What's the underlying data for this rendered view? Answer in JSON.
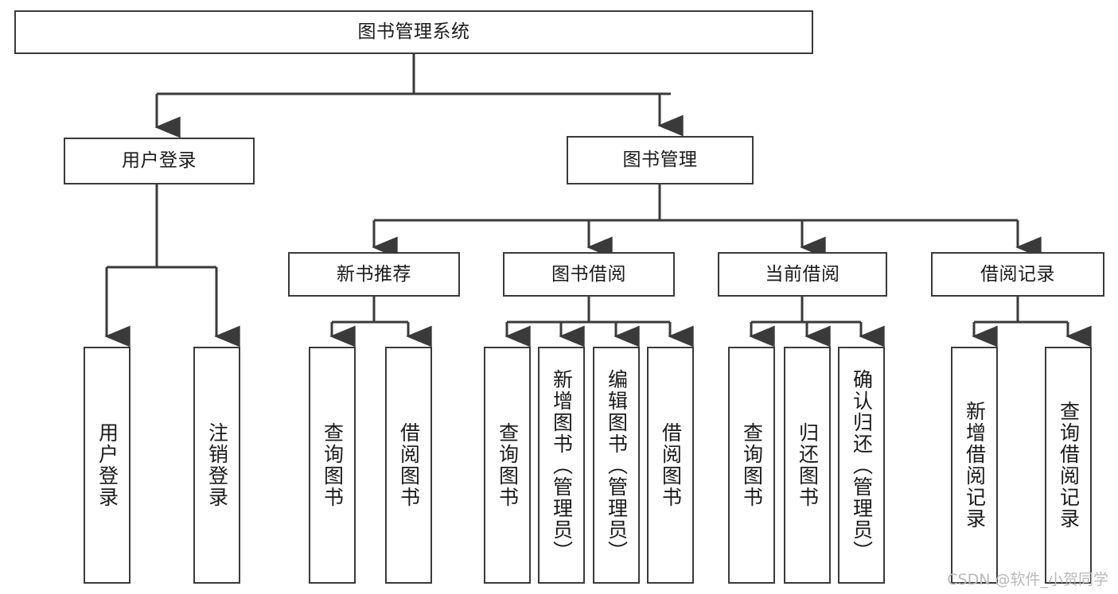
{
  "diagram": {
    "type": "tree-hierarchy-chart",
    "title": "图书管理系统",
    "watermark": "CSDN @软件_小贺同学",
    "colors": {
      "box_border": "#3a3a3a",
      "box_fill": "#ffffff",
      "edge": "#3a3a3a",
      "text": "#1a1a1a",
      "watermark": "#b9b9b9",
      "background": "#ffffff"
    },
    "nodes": {
      "root": {
        "label": "图书管理系统",
        "level": 1
      },
      "level2": [
        {
          "id": "user-login",
          "label": "用户登录"
        },
        {
          "id": "book-manage",
          "label": "图书管理"
        }
      ],
      "level3": [
        {
          "id": "new-book-recommend",
          "label": "新书推荐"
        },
        {
          "id": "book-borrow",
          "label": "图书借阅"
        },
        {
          "id": "current-borrow",
          "label": "当前借阅"
        },
        {
          "id": "borrow-record",
          "label": "借阅记录"
        }
      ],
      "leaves": {
        "user-login": [
          {
            "id": "leaf-user-login",
            "label": "用户登录"
          },
          {
            "id": "leaf-logout-login",
            "label": "注销登录"
          }
        ],
        "new-book-recommend": [
          {
            "id": "leaf-query-book-1",
            "label": "查询图书"
          },
          {
            "id": "leaf-borrow-book-1",
            "label": "借阅图书"
          }
        ],
        "book-borrow": [
          {
            "id": "leaf-query-book-2",
            "label": "查询图书"
          },
          {
            "id": "leaf-add-book",
            "label": "新增图书（管理员）"
          },
          {
            "id": "leaf-edit-book",
            "label": "编辑图书（管理员）"
          },
          {
            "id": "leaf-borrow-book-2",
            "label": "借阅图书"
          }
        ],
        "current-borrow": [
          {
            "id": "leaf-query-book-3",
            "label": "查询图书"
          },
          {
            "id": "leaf-return-book",
            "label": "归还图书"
          },
          {
            "id": "leaf-confirm-return",
            "label": "确认归还（管理员）"
          }
        ],
        "borrow-record": [
          {
            "id": "leaf-add-record",
            "label": "新增借阅记录"
          },
          {
            "id": "leaf-query-record",
            "label": "查询借阅记录"
          }
        ]
      }
    }
  }
}
